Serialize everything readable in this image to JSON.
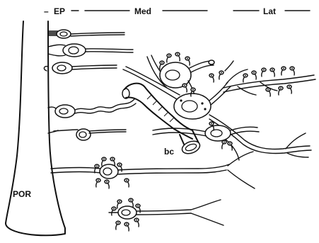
{
  "header": {
    "ep": "EP",
    "med": "Med",
    "lat": "Lat"
  },
  "labels": {
    "por": "POR",
    "bc": "bc"
  }
}
